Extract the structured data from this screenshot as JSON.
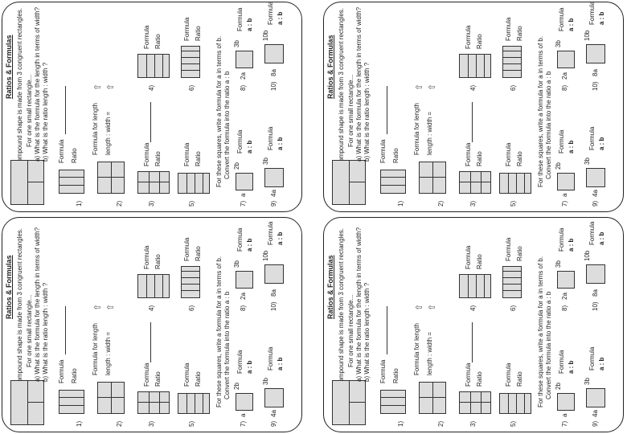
{
  "cards": [
    {
      "title": "Ratios & Formulas",
      "intro": "This compound shape is made from 3 congruent rectangles.",
      "sub": "For one small rectangle...",
      "qa": "a)  What is the formula for the length in terms of width?",
      "qb": "b)  What is the ratio  length : width ?",
      "formula_label": "Formula",
      "ratio_label": "Ratio",
      "formula_for_length": "Formula for length",
      "length_width": "length : width =",
      "squares_line1": "For these squares, write a formula for a in terms of b.",
      "squares_line2": "Convert the formula into the ratio  a : b",
      "ab_label": "a : b",
      "nums": [
        "1)",
        "2)",
        "3)",
        "4)",
        "5)",
        "6)",
        "7)",
        "8)",
        "9)",
        "10)"
      ],
      "sq_labels": [
        "a",
        "2b",
        "2a",
        "3b",
        "4a",
        "3b",
        "8a",
        "10b"
      ]
    },
    {
      "title": "Ratios & Formulas",
      "intro": "This compound shape is made from 3 congruent rectangles.",
      "sub": "For one small rectangle...",
      "qa": "a)  What is the formula for the length in terms of width?",
      "qb": "b)  What is the ratio  length : width ?",
      "formula_label": "Formula",
      "ratio_label": "Ratio",
      "formula_for_length": "Formula for length",
      "length_width": "length : width =",
      "squares_line1": "For these squares, write a formula for a in terms of b.",
      "squares_line2": "Convert the formula into the ratio  a : b",
      "ab_label": "a : b",
      "nums": [
        "1)",
        "2)",
        "3)",
        "4)",
        "5)",
        "6)",
        "7)",
        "8)",
        "9)",
        "10)"
      ],
      "sq_labels": [
        "a",
        "2b",
        "2a",
        "3b",
        "4a",
        "3b",
        "8a",
        "10b"
      ]
    },
    {
      "title": "Ratios & Formulas",
      "intro": "This compound shape is made from 3 congruent rectangles.",
      "sub": "For one small rectangle...",
      "qa": "a)  What is the formula for the length in terms of width?",
      "qb": "b)  What is the ratio  length : width ?",
      "formula_label": "Formula",
      "ratio_label": "Ratio",
      "formula_for_length": "Formula for length",
      "length_width": "length : width =",
      "squares_line1": "For these squares, write a formula for a in terms of b.",
      "squares_line2": "Convert the formula into the ratio  a : b",
      "ab_label": "a : b",
      "nums": [
        "1)",
        "2)",
        "3)",
        "4)",
        "5)",
        "6)",
        "7)",
        "8)",
        "9)",
        "10)"
      ],
      "sq_labels": [
        "a",
        "2b",
        "2a",
        "3b",
        "4a",
        "3b",
        "8a",
        "10b"
      ]
    },
    {
      "title": "Ratios & Formulas",
      "intro": "This compound shape is made from 3 congruent rectangles.",
      "sub": "For one small rectangle...",
      "qa": "a)  What is the formula for the length in terms of width?",
      "qb": "b)  What is the ratio  length : width ?",
      "formula_label": "Formula",
      "ratio_label": "Ratio",
      "formula_for_length": "Formula for length",
      "length_width": "length : width =",
      "squares_line1": "For these squares, write a formula for a in terms of b.",
      "squares_line2": "Convert the formula into the ratio  a : b",
      "ab_label": "a : b",
      "nums": [
        "1)",
        "2)",
        "3)",
        "4)",
        "5)",
        "6)",
        "7)",
        "8)",
        "9)",
        "10)"
      ],
      "sq_labels": [
        "a",
        "2b",
        "2a",
        "3b",
        "4a",
        "3b",
        "8a",
        "10b"
      ]
    }
  ]
}
